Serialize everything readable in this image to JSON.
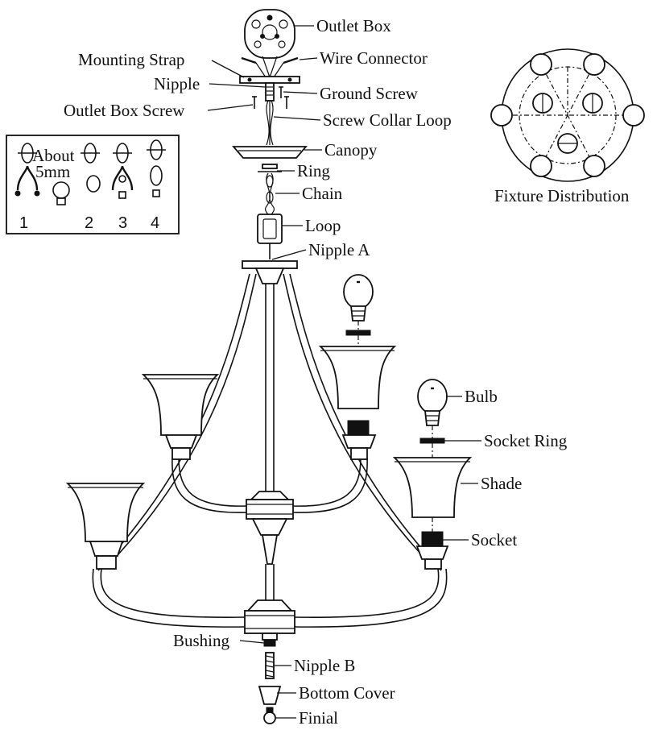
{
  "labels": {
    "outlet_box": "Outlet Box",
    "mounting_strap": "Mounting Strap",
    "wire_connector": "Wire Connector",
    "nipple": "Nipple",
    "ground_screw": "Ground Screw",
    "outlet_box_screw": "Outlet Box Screw",
    "screw_collar_loop": "Screw Collar Loop",
    "canopy": "Canopy",
    "ring": "Ring",
    "chain": "Chain",
    "loop": "Loop",
    "nipple_a": "Nipple A",
    "bulb": "Bulb",
    "socket_ring": "Socket Ring",
    "shade": "Shade",
    "socket": "Socket",
    "bushing": "Bushing",
    "nipple_b": "Nipple B",
    "bottom_cover": "Bottom Cover",
    "finial": "Finial",
    "fixture_distribution": "Fixture Distribution"
  },
  "chain_inset": {
    "about": "About",
    "size": "5mm",
    "steps": [
      "1",
      "2",
      "3",
      "4"
    ]
  }
}
